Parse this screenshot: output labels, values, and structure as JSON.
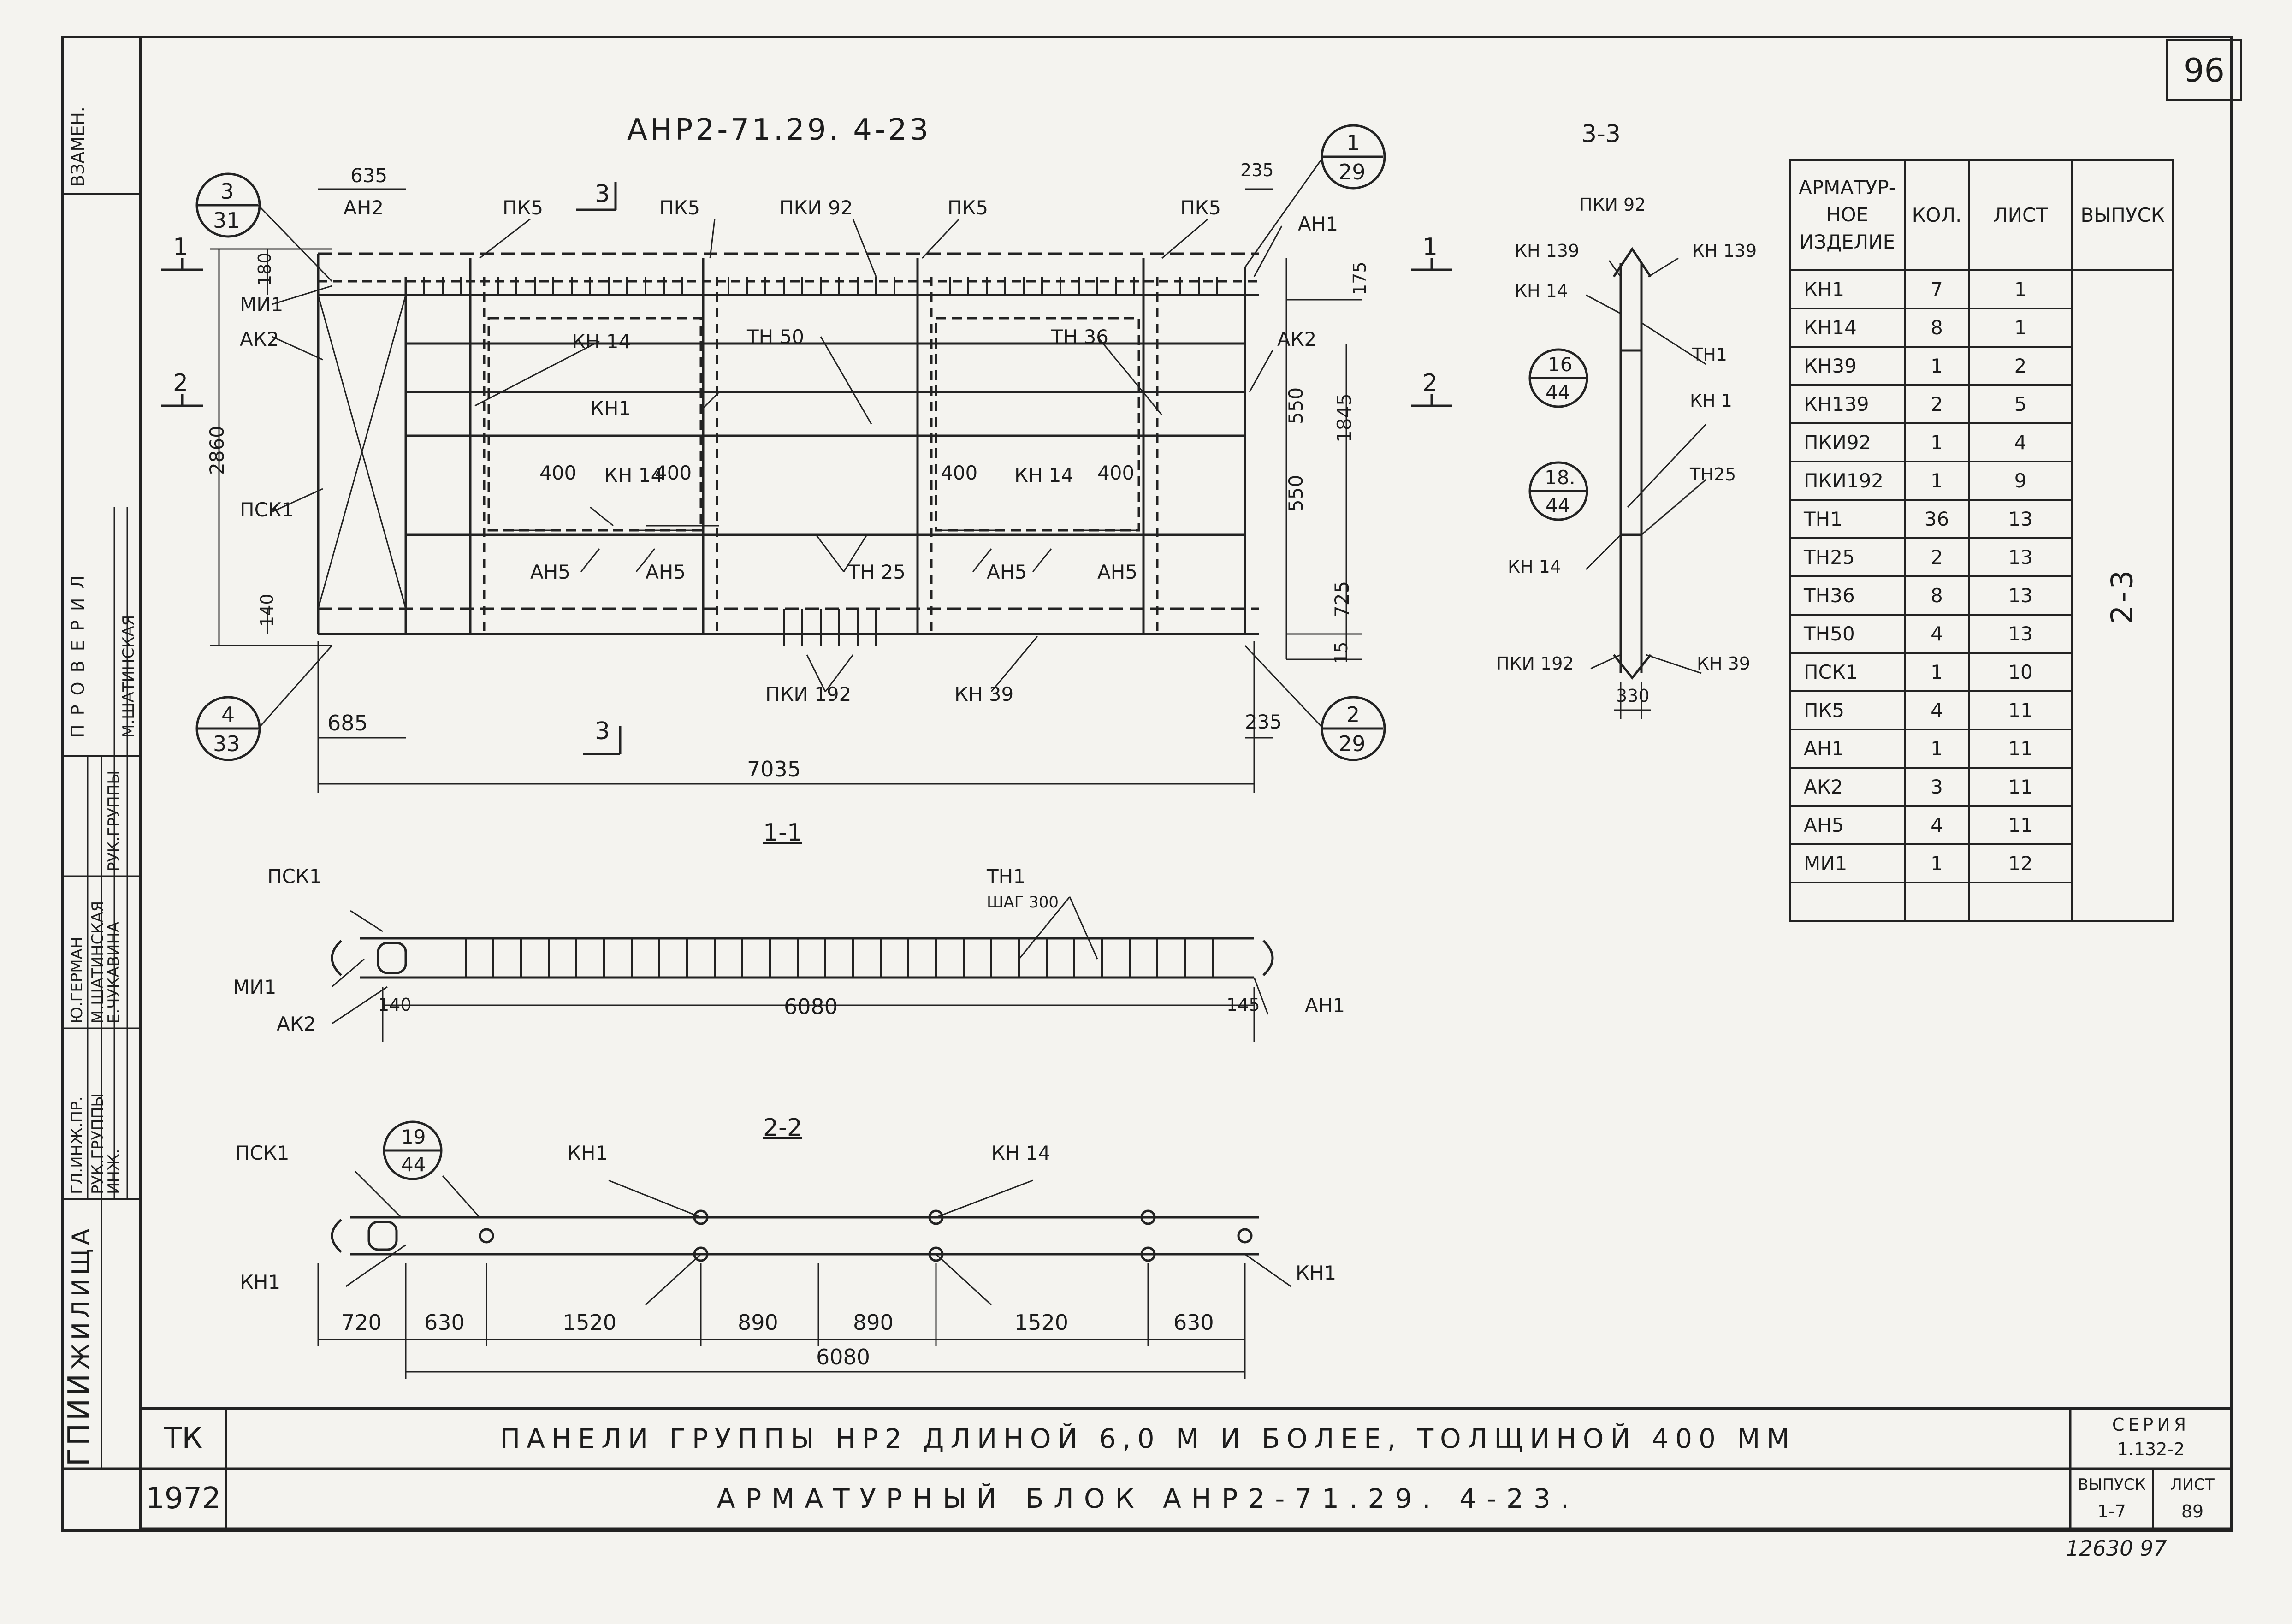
{
  "sheet_number": "96",
  "title_main": "АНР2-71.29. 4-23",
  "section_labels": {
    "s11": "1-1",
    "s22": "2-2",
    "s33": "3-3"
  },
  "plan": {
    "callouts": [
      {
        "id": "c331",
        "top": "3",
        "bottom": "31"
      },
      {
        "id": "c129",
        "top": "1",
        "bottom": "29"
      },
      {
        "id": "c433",
        "top": "4",
        "bottom": "33"
      },
      {
        "id": "c229",
        "top": "2",
        "bottom": "29"
      }
    ],
    "labels": {
      "pk5_a": "ПК5",
      "pk5_b": "ПК5",
      "pk5_c": "ПК5",
      "pk5_d": "ПК5",
      "pki92": "ПКИ 92",
      "an2_top": "АН2",
      "ak2_left": "АК2",
      "mi1": "МИ1",
      "an1_right": "АН1",
      "ak2_right": "АК2",
      "psk1": "ПСК1",
      "kn14_a": "КН 14",
      "kn1": "КН1",
      "kn14_b": "КН 14",
      "kn14_c": "КН 14",
      "tn50": "ТН 50",
      "tn36": "ТН 36",
      "tn25": "ТН 25",
      "an5_a": "АН5",
      "an5_b": "АН5",
      "an5_c": "АН5",
      "an5_d": "АН5",
      "pki192": "ПКИ 192",
      "kn39": "КН 39"
    },
    "dims": {
      "d635": "635",
      "d235_top": "235",
      "d180": "180",
      "d175": "175",
      "d2860": "2860",
      "d550_a": "550",
      "d550_b": "550",
      "d1845": "1845",
      "d725": "725",
      "d15": "15",
      "d140": "140",
      "d400_a": "400",
      "d400_b": "400",
      "d400_c": "400",
      "d400_d": "400",
      "d685": "685",
      "d235_bot": "235",
      "d7035": "7035"
    },
    "section_marks": {
      "m1": "1",
      "m2": "2",
      "m3_top": "3",
      "m3_bot": "3",
      "m1r": "1",
      "m2r": "2"
    }
  },
  "section33": {
    "labels": {
      "pki92": "ПКИ 92",
      "kn139_l": "КН 139",
      "kn139_r": "КН 139",
      "kn14_top": "КН 14",
      "tn1": "ТН1",
      "kn1": "КН 1",
      "tn25": "ТН25",
      "kn14_bot": "КН 14",
      "pki192": "ПКИ 192",
      "kn39": "КН 39"
    },
    "callouts": [
      {
        "id": "c1644",
        "top": "16",
        "bottom": "44"
      },
      {
        "id": "c1844",
        "top": "18.",
        "bottom": "44"
      }
    ],
    "dim330": "330"
  },
  "section11": {
    "labels": {
      "psk1": "ПСК1",
      "mi1": "МИ1",
      "ak2": "АК2",
      "an1": "АН1",
      "tn1": "ТН1",
      "step": "ШАГ 300"
    },
    "dims": {
      "d140": "140",
      "d6080": "6080",
      "d145": "145"
    }
  },
  "section22": {
    "labels": {
      "psk1": "ПСК1",
      "kn1_top": "КН1",
      "kn14": "КН 14",
      "kn1_left": "КН1",
      "kn1_right": "КН1"
    },
    "callout": {
      "top": "19",
      "bottom": "44"
    },
    "dims": [
      "720",
      "630",
      "1520",
      "890",
      "890",
      "1520",
      "630"
    ],
    "total": "6080"
  },
  "bom": {
    "headers": [
      "АРМАТУР-\nНОЕ\nИЗДЕЛИЕ",
      "КОЛ.",
      "ЛИСТ",
      "ВЫПУСК"
    ],
    "rows": [
      [
        "КН1",
        "7",
        "1"
      ],
      [
        "КН14",
        "8",
        "1"
      ],
      [
        "КН39",
        "1",
        "2"
      ],
      [
        "КН139",
        "2",
        "5"
      ],
      [
        "ПКИ92",
        "1",
        "4"
      ],
      [
        "ПКИ192",
        "1",
        "9"
      ],
      [
        "ТН1",
        "36",
        "13"
      ],
      [
        "ТН25",
        "2",
        "13"
      ],
      [
        "ТН36",
        "8",
        "13"
      ],
      [
        "ТН50",
        "4",
        "13"
      ],
      [
        "ПСК1",
        "1",
        "10"
      ],
      [
        "ПК5",
        "4",
        "11"
      ],
      [
        "АН1",
        "1",
        "11"
      ],
      [
        "АК2",
        "3",
        "11"
      ],
      [
        "АН5",
        "4",
        "11"
      ],
      [
        "МИ1",
        "1",
        "12"
      ],
      [
        "",
        "",
        ""
      ]
    ],
    "vypusk": "2-3"
  },
  "stamp": {
    "vzamen": "ВЗАМЕН.",
    "proveril": "П Р О В Е Р И Л",
    "m_shatinskaya": "М.ШАТИНСКАЯ",
    "gl_inzh": "ГЛ.ИНЖ.ПР.",
    "yu_german": "Ю.ГЕРМАН",
    "ruk_gr1": "РУК.ГРУППЫ",
    "m_shatinskaya2": "М.ШАТИНСКАЯ",
    "ruk_gr2": "РУК.ГРУППЫ",
    "inzh": "ИНЖ.",
    "e_chukavina": "Е.ЧУКАВИНА",
    "zhilisha": "ЖИЛИЩА",
    "org": "ГПИИ",
    "tk": "ТК",
    "year": "1972",
    "title1": "ПАНЕЛИ ГРУППЫ НР2 ДЛИНОЙ 6,0 М И БОЛЕЕ, ТОЛЩИНОЙ 400 ММ",
    "title2": "АРМАТУРНЫЙ БЛОК АНР2-71.29. 4-23.",
    "seriya_label": "СЕРИЯ",
    "seriya": "1.132-2",
    "vypusk_label": "ВЫПУСК",
    "vypusk": "1-7",
    "list_label": "ЛИСТ",
    "list": "89",
    "archive": "12630  97"
  }
}
